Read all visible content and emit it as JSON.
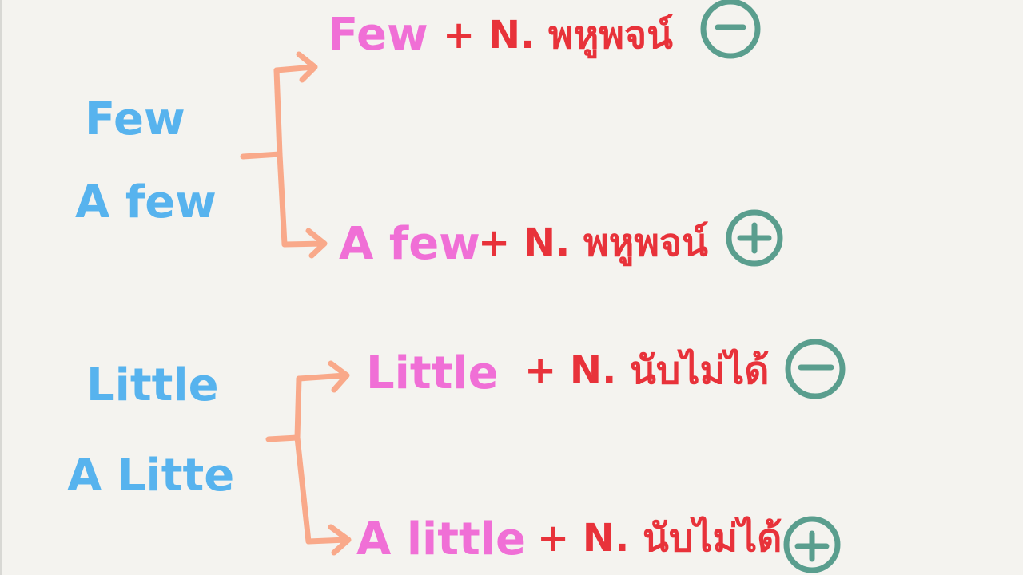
{
  "colors": {
    "background": "#f4f3ef",
    "heading": "#57b3ee",
    "branch": "#f06fd6",
    "rule": "#e8323a",
    "bracket": "#f9a98a",
    "sign": "#5a9e8e"
  },
  "group_few": {
    "terms": [
      "Few",
      "A few"
    ],
    "branches": [
      {
        "word": "Few",
        "rule": "+ N. พหูพจน์",
        "sign": "−",
        "sign_icon": "minus-circle-icon"
      },
      {
        "word": "A few",
        "rule": "+ N. พหูพจน์",
        "sign": "+",
        "sign_icon": "plus-circle-icon"
      }
    ]
  },
  "group_little": {
    "terms": [
      "Little",
      "A Litte"
    ],
    "branches": [
      {
        "word": "Little",
        "rule": "+ N. นับไม่ได้",
        "sign": "−",
        "sign_icon": "minus-circle-icon"
      },
      {
        "word": "A little",
        "rule": "+ N. นับไม่ได้",
        "sign": "+",
        "sign_icon": "plus-circle-icon"
      }
    ]
  }
}
